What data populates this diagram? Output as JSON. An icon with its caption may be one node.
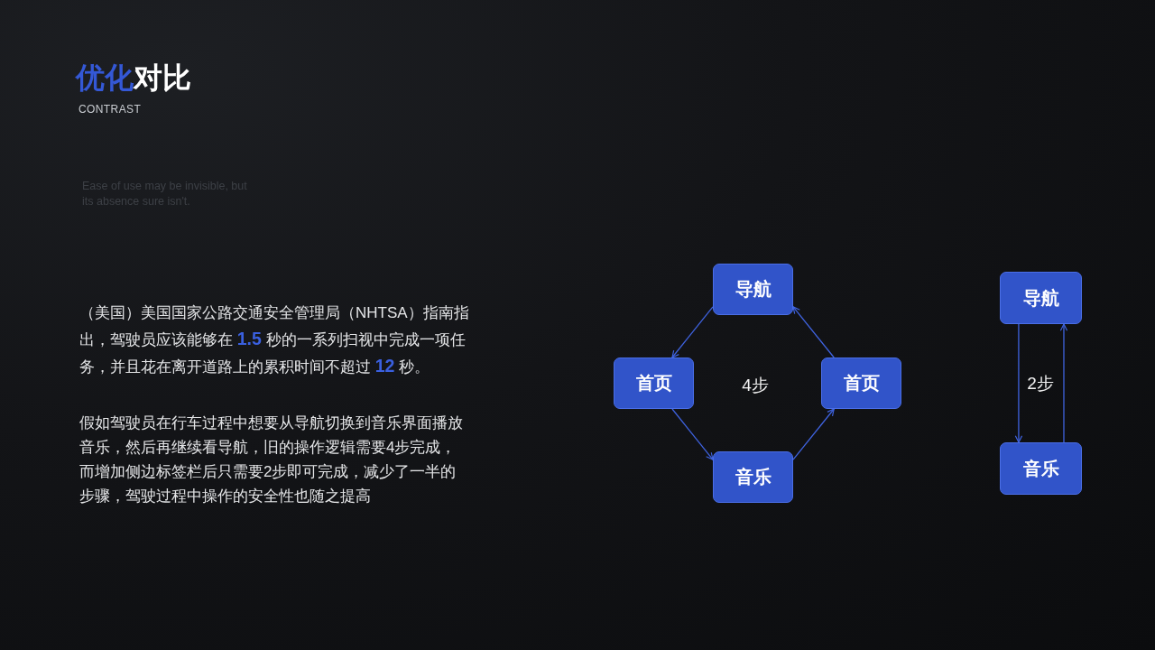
{
  "diagram": {
    "title": "**优化**对比",
    "nodes": [
      {
        "text": [
          "导航"
        ]
      },
      {
        "text": [
          "首页"
        ]
      },
      {
        "text": [
          "首页"
        ]
      },
      {
        "text": [
          "音乐"
        ]
      },
      {
        "text": [
          "导航"
        ]
      },
      {
        "text": [
          "音乐"
        ]
      }
    ],
    "edges": [
      {
        "from": 0,
        "to": 1,
        "arrow": "to"
      },
      {
        "from": 1,
        "to": 3,
        "arrow": "to"
      },
      {
        "from": 3,
        "to": 2,
        "arrow": "to"
      },
      {
        "from": 2,
        "to": 0,
        "arrow": "to"
      },
      {
        "from": 4,
        "to": 5,
        "arrow": "to"
      },
      {
        "from": 5,
        "to": 4,
        "arrow": "to"
      }
    ],
    "labels": [
      "CONTRAST",
      "Ease of use may be invisible, but its absence sure isn't.",
      "（美国）美国国家公路交通安全管理局（NHTSA）指南指出，驾驶员应该能够在 **1.5** 秒的一系列扫视中完成一项任务，并且花在离开道路上的累积时间不超过 **12** 秒。",
      "假如驾驶员在行车过程中想要从导航切换到音乐界面播放音乐，然后再继续看导航，旧的操作逻辑需要4步完成，而增加侧边标签栏后只需要2步即可完成，减少了一半的步骤，驾驶过程中操作的安全性也随之提高",
      "4步",
      "2步"
    ]
  }
}
